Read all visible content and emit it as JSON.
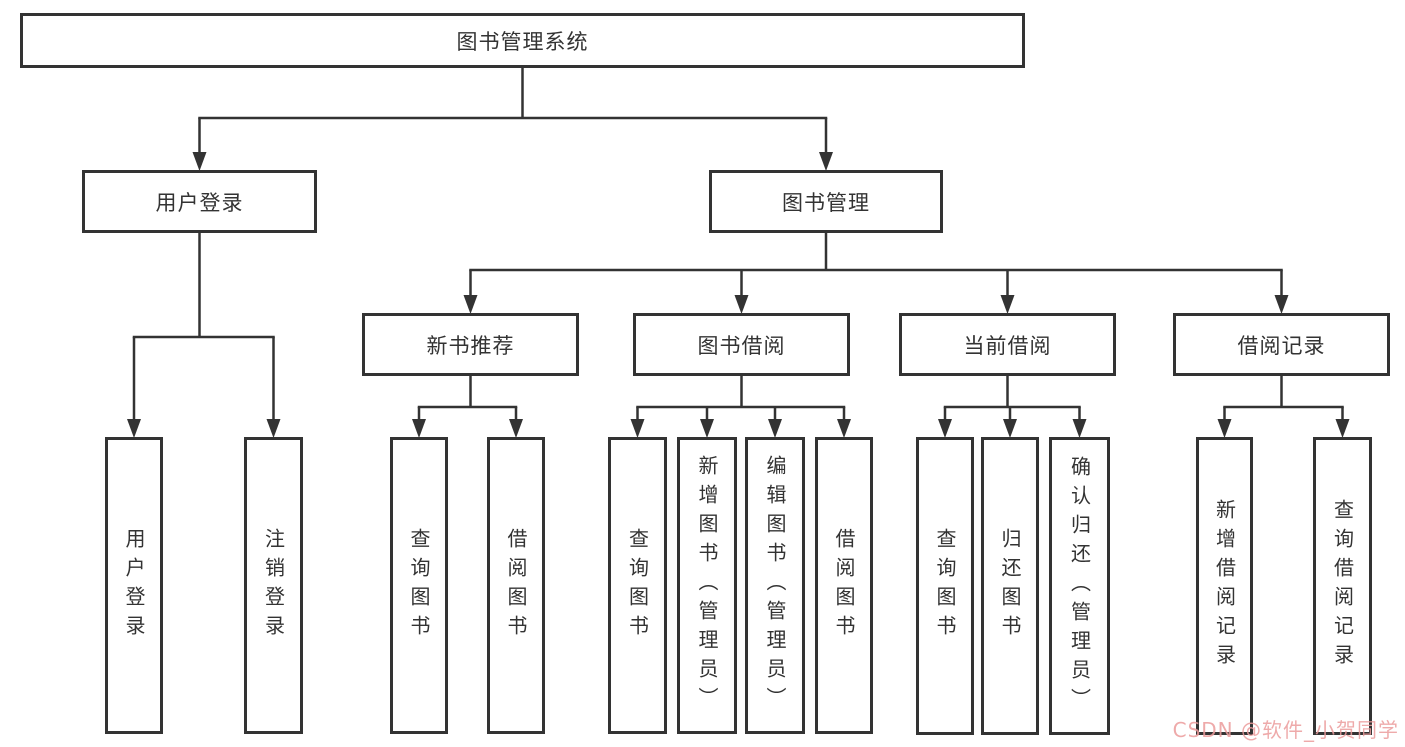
{
  "diagram": {
    "title": "图书管理系统",
    "watermark": "CSDN @软件_小贺同学",
    "colors": {
      "line": "#333333",
      "text": "#333333",
      "box_background": "#ffffff",
      "watermark": "#ec9c9c"
    },
    "nodes": [
      {
        "id": "root",
        "label": "图书管理系统",
        "type": "horizontal",
        "level": 1
      },
      {
        "id": "user-login",
        "label": "用户登录",
        "type": "horizontal",
        "level": 2
      },
      {
        "id": "book-mgmt",
        "label": "图书管理",
        "type": "horizontal",
        "level": 2
      },
      {
        "id": "new-books",
        "label": "新书推荐",
        "type": "horizontal",
        "level": 3
      },
      {
        "id": "book-borrow",
        "label": "图书借阅",
        "type": "horizontal",
        "level": 3
      },
      {
        "id": "current-borrow",
        "label": "当前借阅",
        "type": "horizontal",
        "level": 3
      },
      {
        "id": "borrow-records",
        "label": "借阅记录",
        "type": "horizontal",
        "level": 3
      },
      {
        "id": "login-leaf",
        "label": "用户登录",
        "type": "vertical",
        "level": 4
      },
      {
        "id": "logout-leaf",
        "label": "注销登录",
        "type": "vertical",
        "level": 4
      },
      {
        "id": "nb-query",
        "label": "查询图书",
        "type": "vertical",
        "level": 4
      },
      {
        "id": "nb-borrow",
        "label": "借阅图书",
        "type": "vertical",
        "level": 4
      },
      {
        "id": "bb-query",
        "label": "查询图书",
        "type": "vertical",
        "level": 4
      },
      {
        "id": "bb-add",
        "label": "新增图书（管理员）",
        "type": "vertical",
        "level": 4
      },
      {
        "id": "bb-edit",
        "label": "编辑图书（管理员）",
        "type": "vertical",
        "level": 4
      },
      {
        "id": "bb-borrow",
        "label": "借阅图书",
        "type": "vertical",
        "level": 4
      },
      {
        "id": "cb-query",
        "label": "查询图书",
        "type": "vertical",
        "level": 4
      },
      {
        "id": "cb-return",
        "label": "归还图书",
        "type": "vertical",
        "level": 4
      },
      {
        "id": "cb-confirm",
        "label": "确认归还（管理员）",
        "type": "vertical",
        "level": 4
      },
      {
        "id": "br-add",
        "label": "新增借阅记录",
        "type": "vertical",
        "level": 4
      },
      {
        "id": "br-query",
        "label": "查询借阅记录",
        "type": "vertical",
        "level": 4
      }
    ],
    "edges": [
      {
        "from": "root",
        "to": [
          "user-login",
          "book-mgmt"
        ]
      },
      {
        "from": "user-login",
        "to": [
          "login-leaf",
          "logout-leaf"
        ]
      },
      {
        "from": "book-mgmt",
        "to": [
          "new-books",
          "book-borrow",
          "current-borrow",
          "borrow-records"
        ]
      },
      {
        "from": "new-books",
        "to": [
          "nb-query",
          "nb-borrow"
        ]
      },
      {
        "from": "book-borrow",
        "to": [
          "bb-query",
          "bb-add",
          "bb-edit",
          "bb-borrow"
        ]
      },
      {
        "from": "current-borrow",
        "to": [
          "cb-query",
          "cb-return",
          "cb-confirm"
        ]
      },
      {
        "from": "borrow-records",
        "to": [
          "br-add",
          "br-query"
        ]
      }
    ]
  }
}
